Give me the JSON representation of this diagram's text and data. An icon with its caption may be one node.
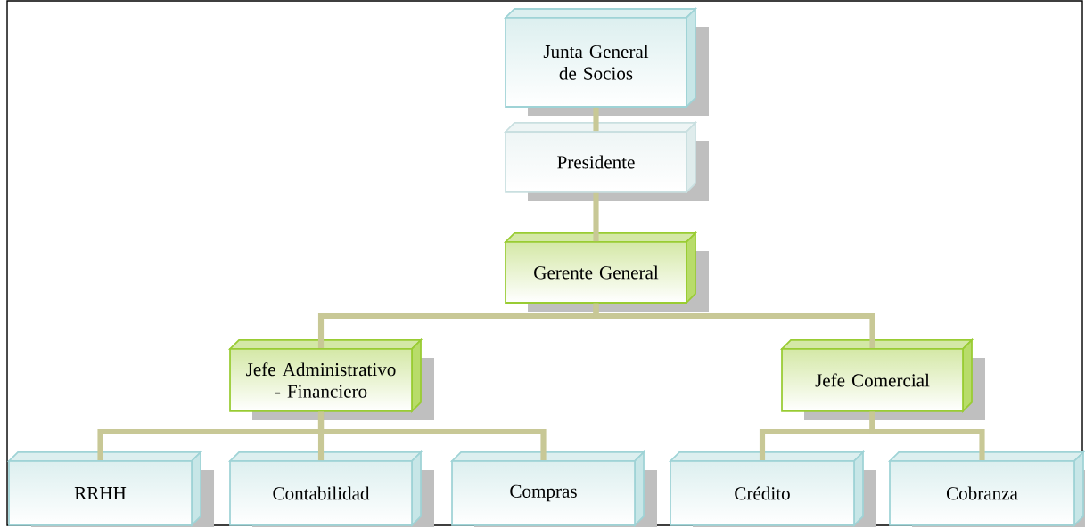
{
  "diagram": {
    "nodes": [
      {
        "text": [
          "Junta General de Socios"
        ]
      },
      {
        "text": [
          "Presidente"
        ]
      },
      {
        "text": [
          "Gerente General"
        ]
      },
      {
        "text": [
          "Jefe Administrativo - Financiero"
        ]
      },
      {
        "text": [
          "Jefe Comercial"
        ]
      },
      {
        "text": [
          "RRHH"
        ]
      },
      {
        "text": [
          "Contabilidad"
        ]
      },
      {
        "text": [
          "Compras"
        ]
      },
      {
        "text": [
          "Crédito"
        ]
      },
      {
        "text": [
          "Cobranza"
        ]
      }
    ],
    "edges": [
      {
        "from": 0,
        "to": 1,
        "arrow": "none"
      },
      {
        "from": 1,
        "to": 2,
        "arrow": "none"
      },
      {
        "from": 2,
        "to": 3,
        "arrow": "none"
      },
      {
        "from": 2,
        "to": 4,
        "arrow": "none"
      },
      {
        "from": 3,
        "to": 5,
        "arrow": "none"
      },
      {
        "from": 3,
        "to": 6,
        "arrow": "none"
      },
      {
        "from": 3,
        "to": 7,
        "arrow": "none"
      },
      {
        "from": 4,
        "to": 8,
        "arrow": "none"
      },
      {
        "from": 4,
        "to": 9,
        "arrow": "none"
      }
    ]
  }
}
